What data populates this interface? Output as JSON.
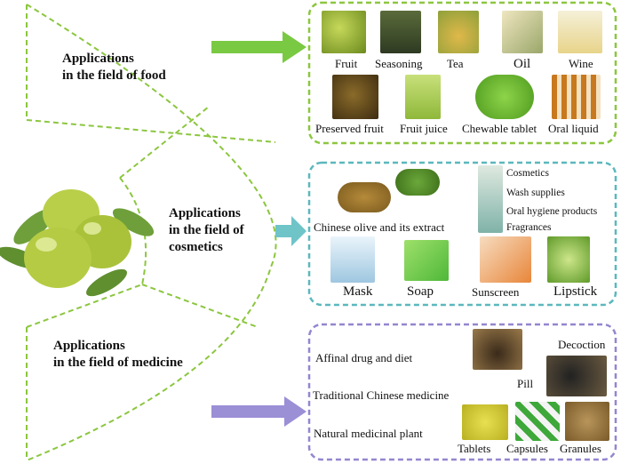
{
  "categories": {
    "food": {
      "title_line1": "Applications",
      "title_line2": "in the field of food",
      "arrow_color": "#7ac943",
      "border_color": "#8cc63f",
      "items": [
        {
          "label": "Fruit"
        },
        {
          "label": "Seasoning"
        },
        {
          "label": "Tea"
        },
        {
          "label": "Oil"
        },
        {
          "label": "Wine"
        },
        {
          "label": "Preserved fruit"
        },
        {
          "label": "Fruit juice"
        },
        {
          "label": "Chewable tablet"
        },
        {
          "label": "Oral liquid"
        }
      ]
    },
    "cosmetics": {
      "title_line1": "Applications",
      "title_line2": "in the field of",
      "title_line3": "cosmetics",
      "arrow_color": "#6fc4c8",
      "border_color": "#5bb8bd",
      "extract_label": "Chinese olive and its extract",
      "list": [
        "Cosmetics",
        "Wash supplies",
        "Oral hygiene products",
        "Fragrances"
      ],
      "items": [
        {
          "label": "Mask"
        },
        {
          "label": "Soap"
        },
        {
          "label": "Sunscreen"
        },
        {
          "label": "Lipstick"
        }
      ]
    },
    "medicine": {
      "title_line1": "Applications",
      "title_line2": "in the field of medicine",
      "arrow_color": "#9b8fd6",
      "border_color": "#9486d0",
      "lines": [
        "Affinal drug and diet",
        "Traditional Chinese medicine",
        "Natural medicinal plant"
      ],
      "forms": [
        "Decoction",
        "Pill",
        "Tablets",
        "Capsules",
        "Granules"
      ]
    }
  },
  "colors": {
    "divider": "#8cc63f",
    "olive_light": "#cfe06a",
    "olive_dark": "#8da61f",
    "leaf": "#6f9f3a"
  }
}
